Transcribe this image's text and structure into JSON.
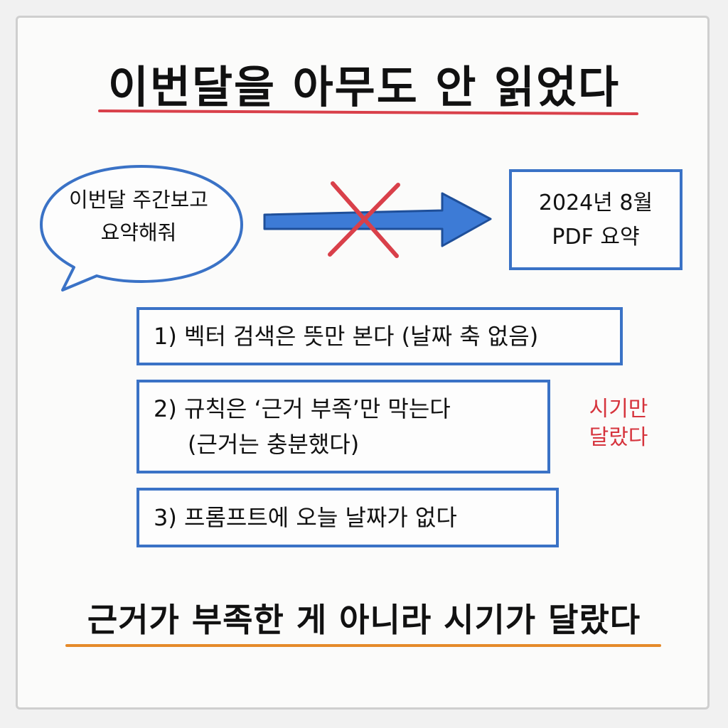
{
  "title": "이번달을 아무도 안 읽었다",
  "query_bubble": {
    "line1": "이번달 주간보고",
    "line2": "요약해줘"
  },
  "target_box": {
    "line1": "2024년 8월",
    "line2": "PDF 요약"
  },
  "causes": [
    {
      "line1": "1) 벡터 검색은 뜻만 본다 (날짜 축 없음)",
      "line2": ""
    },
    {
      "line1": "2) 규칙은 ‘근거 부족’만 막는다",
      "line2": "(근거는 충분했다)"
    },
    {
      "line1": "3) 프롬프트에 오늘 날짜가 없다",
      "line2": ""
    }
  ],
  "side_note": {
    "line1": "시기만",
    "line2": "달랐다"
  },
  "conclusion": "근거가 부족한 게 아니라 시기가 달랐다",
  "colors": {
    "title_underline": "#d9404a",
    "box_border": "#3a72c6",
    "arrow": "#3d7bd6",
    "cross": "#d9404a",
    "side_note": "#d6343d",
    "conclusion_underline": "#e58a2a"
  },
  "icons": {
    "arrow": "right-arrow-icon",
    "cross": "cross-mark-icon"
  }
}
